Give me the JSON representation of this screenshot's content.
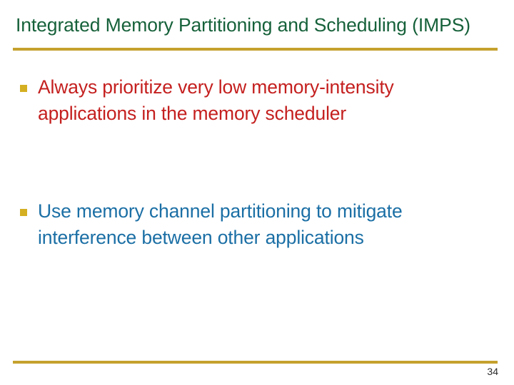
{
  "slide": {
    "title": "Integrated Memory Partitioning and Scheduling (IMPS)",
    "bullets": [
      {
        "marker": "square-bullet",
        "text": "Always prioritize very low memory-intensity applications in the memory scheduler",
        "color": "#c4201f"
      },
      {
        "marker": "square-bullet",
        "text": "Use memory channel partitioning to mitigate interference between other applications",
        "color": "#1b6fa5"
      }
    ],
    "page_number": "34",
    "colors": {
      "title": "#16613a",
      "rule": "#c5a12e",
      "bullet_marker": "#d4af21",
      "background": "#ffffff",
      "page_number": "#2b2b2b"
    }
  }
}
